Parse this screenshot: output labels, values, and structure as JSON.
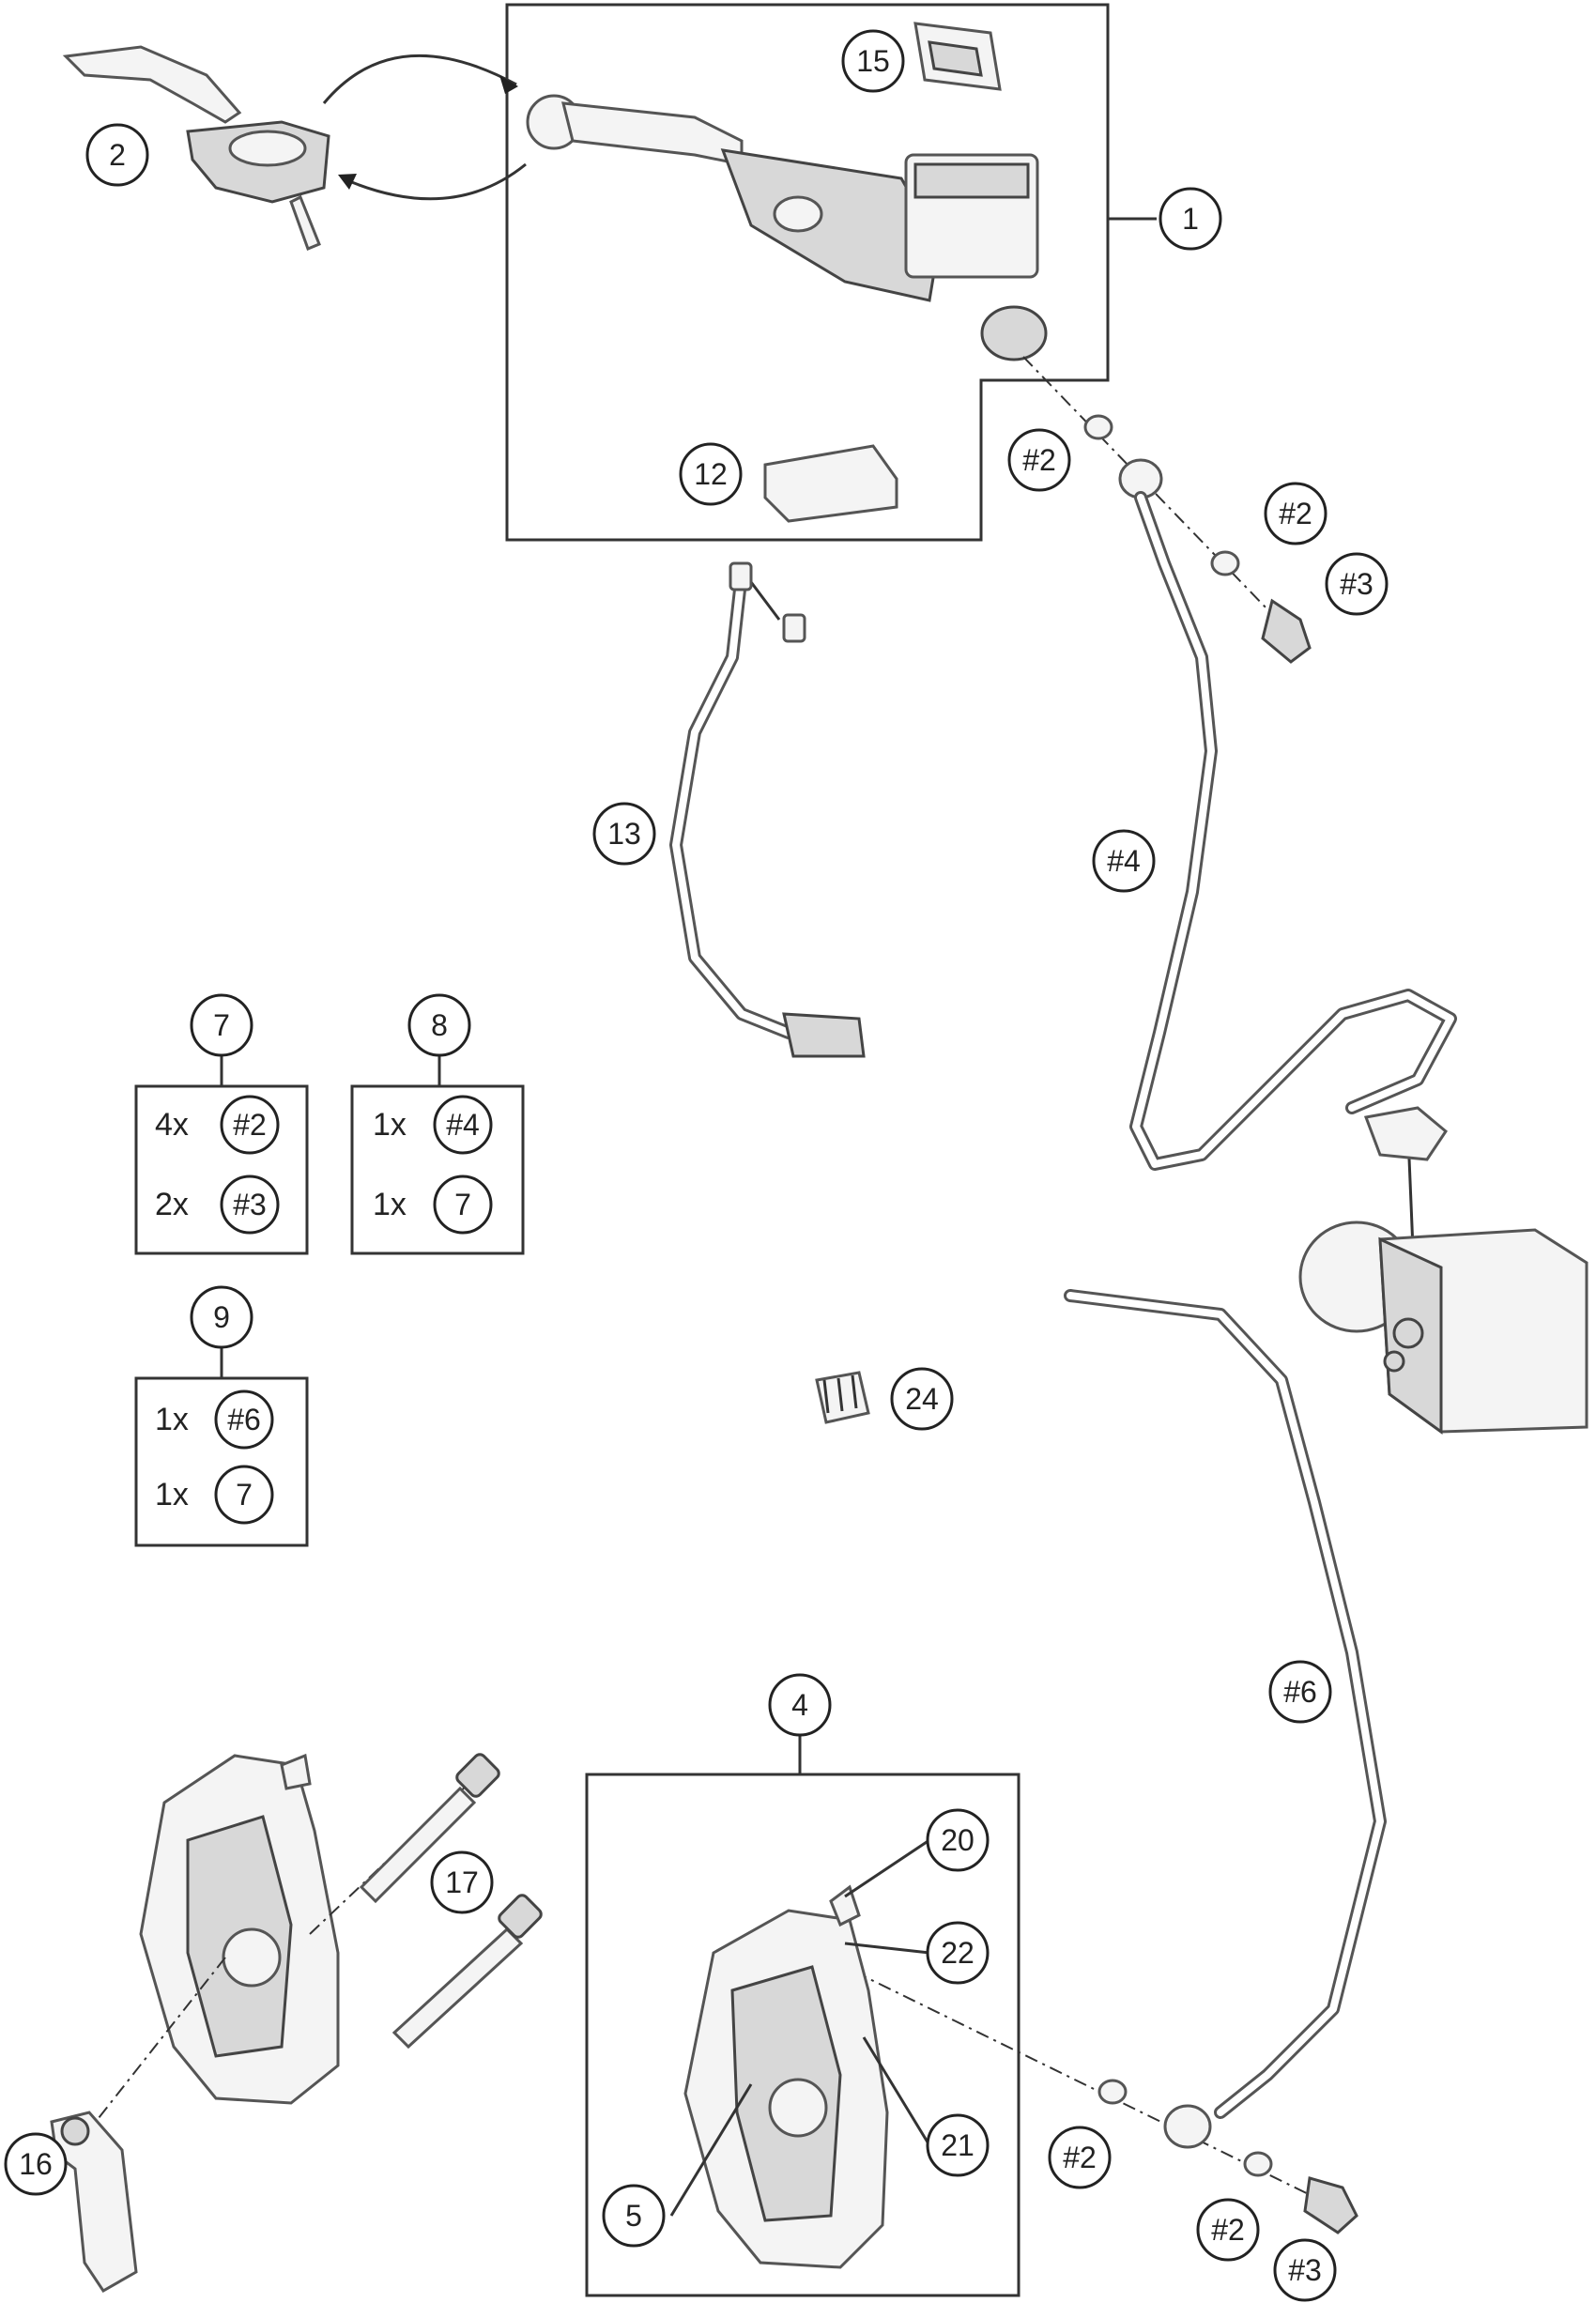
{
  "callouts": {
    "c1": "1",
    "c2": "2",
    "c4": "4",
    "c5": "5",
    "c12": "12",
    "c13": "13",
    "c15": "15",
    "c16": "16",
    "c17": "17",
    "c20": "20",
    "c21": "21",
    "c22": "22",
    "c24": "24",
    "h2a": "#2",
    "h2b": "#2",
    "h3a": "#3",
    "h4": "#4",
    "h6": "#6",
    "h2c": "#2",
    "h2d": "#2",
    "h3b": "#3"
  },
  "kits": [
    {
      "id": "7",
      "rows": [
        {
          "qty": "4x",
          "ref": "#2"
        },
        {
          "qty": "2x",
          "ref": "#3"
        }
      ]
    },
    {
      "id": "8",
      "rows": [
        {
          "qty": "1x",
          "ref": "#4"
        },
        {
          "qty": "1x",
          "ref": "7"
        }
      ]
    },
    {
      "id": "9",
      "rows": [
        {
          "qty": "1x",
          "ref": "#6"
        },
        {
          "qty": "1x",
          "ref": "7"
        }
      ]
    }
  ]
}
